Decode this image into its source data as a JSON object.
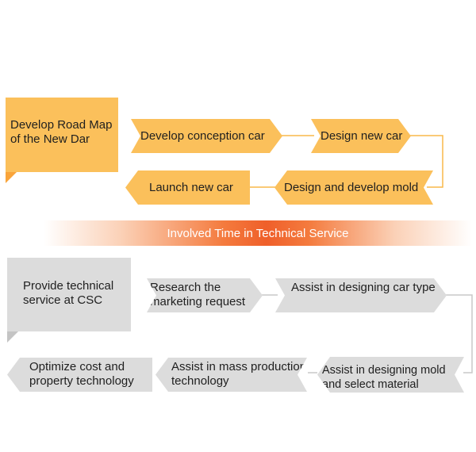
{
  "section1": {
    "title": "Develop Road Map of the New Dar",
    "steps": {
      "develop_conception": "Develop conception car",
      "design_new_car": "Design new car",
      "design_develop_mold": "Design and develop mold",
      "launch_new_car": "Launch new car"
    }
  },
  "banner": {
    "text": "Involved Time in Technical Service"
  },
  "section2": {
    "title": "Provide technical service at CSC",
    "steps": {
      "research": "Research the marketing request",
      "assist_car_type": "Assist in designing car type",
      "assist_mold": "Assist in designing mold and select material",
      "assist_mass": "Assist in mass production technology",
      "optimize": "Optimize cost and property technology"
    }
  },
  "colors": {
    "orange": "#fbc05b",
    "gray": "#dcdcdc",
    "connector_orange": "#f9b94a",
    "connector_gray": "#c8c8c8",
    "banner_accent": "#ef5f2a"
  }
}
